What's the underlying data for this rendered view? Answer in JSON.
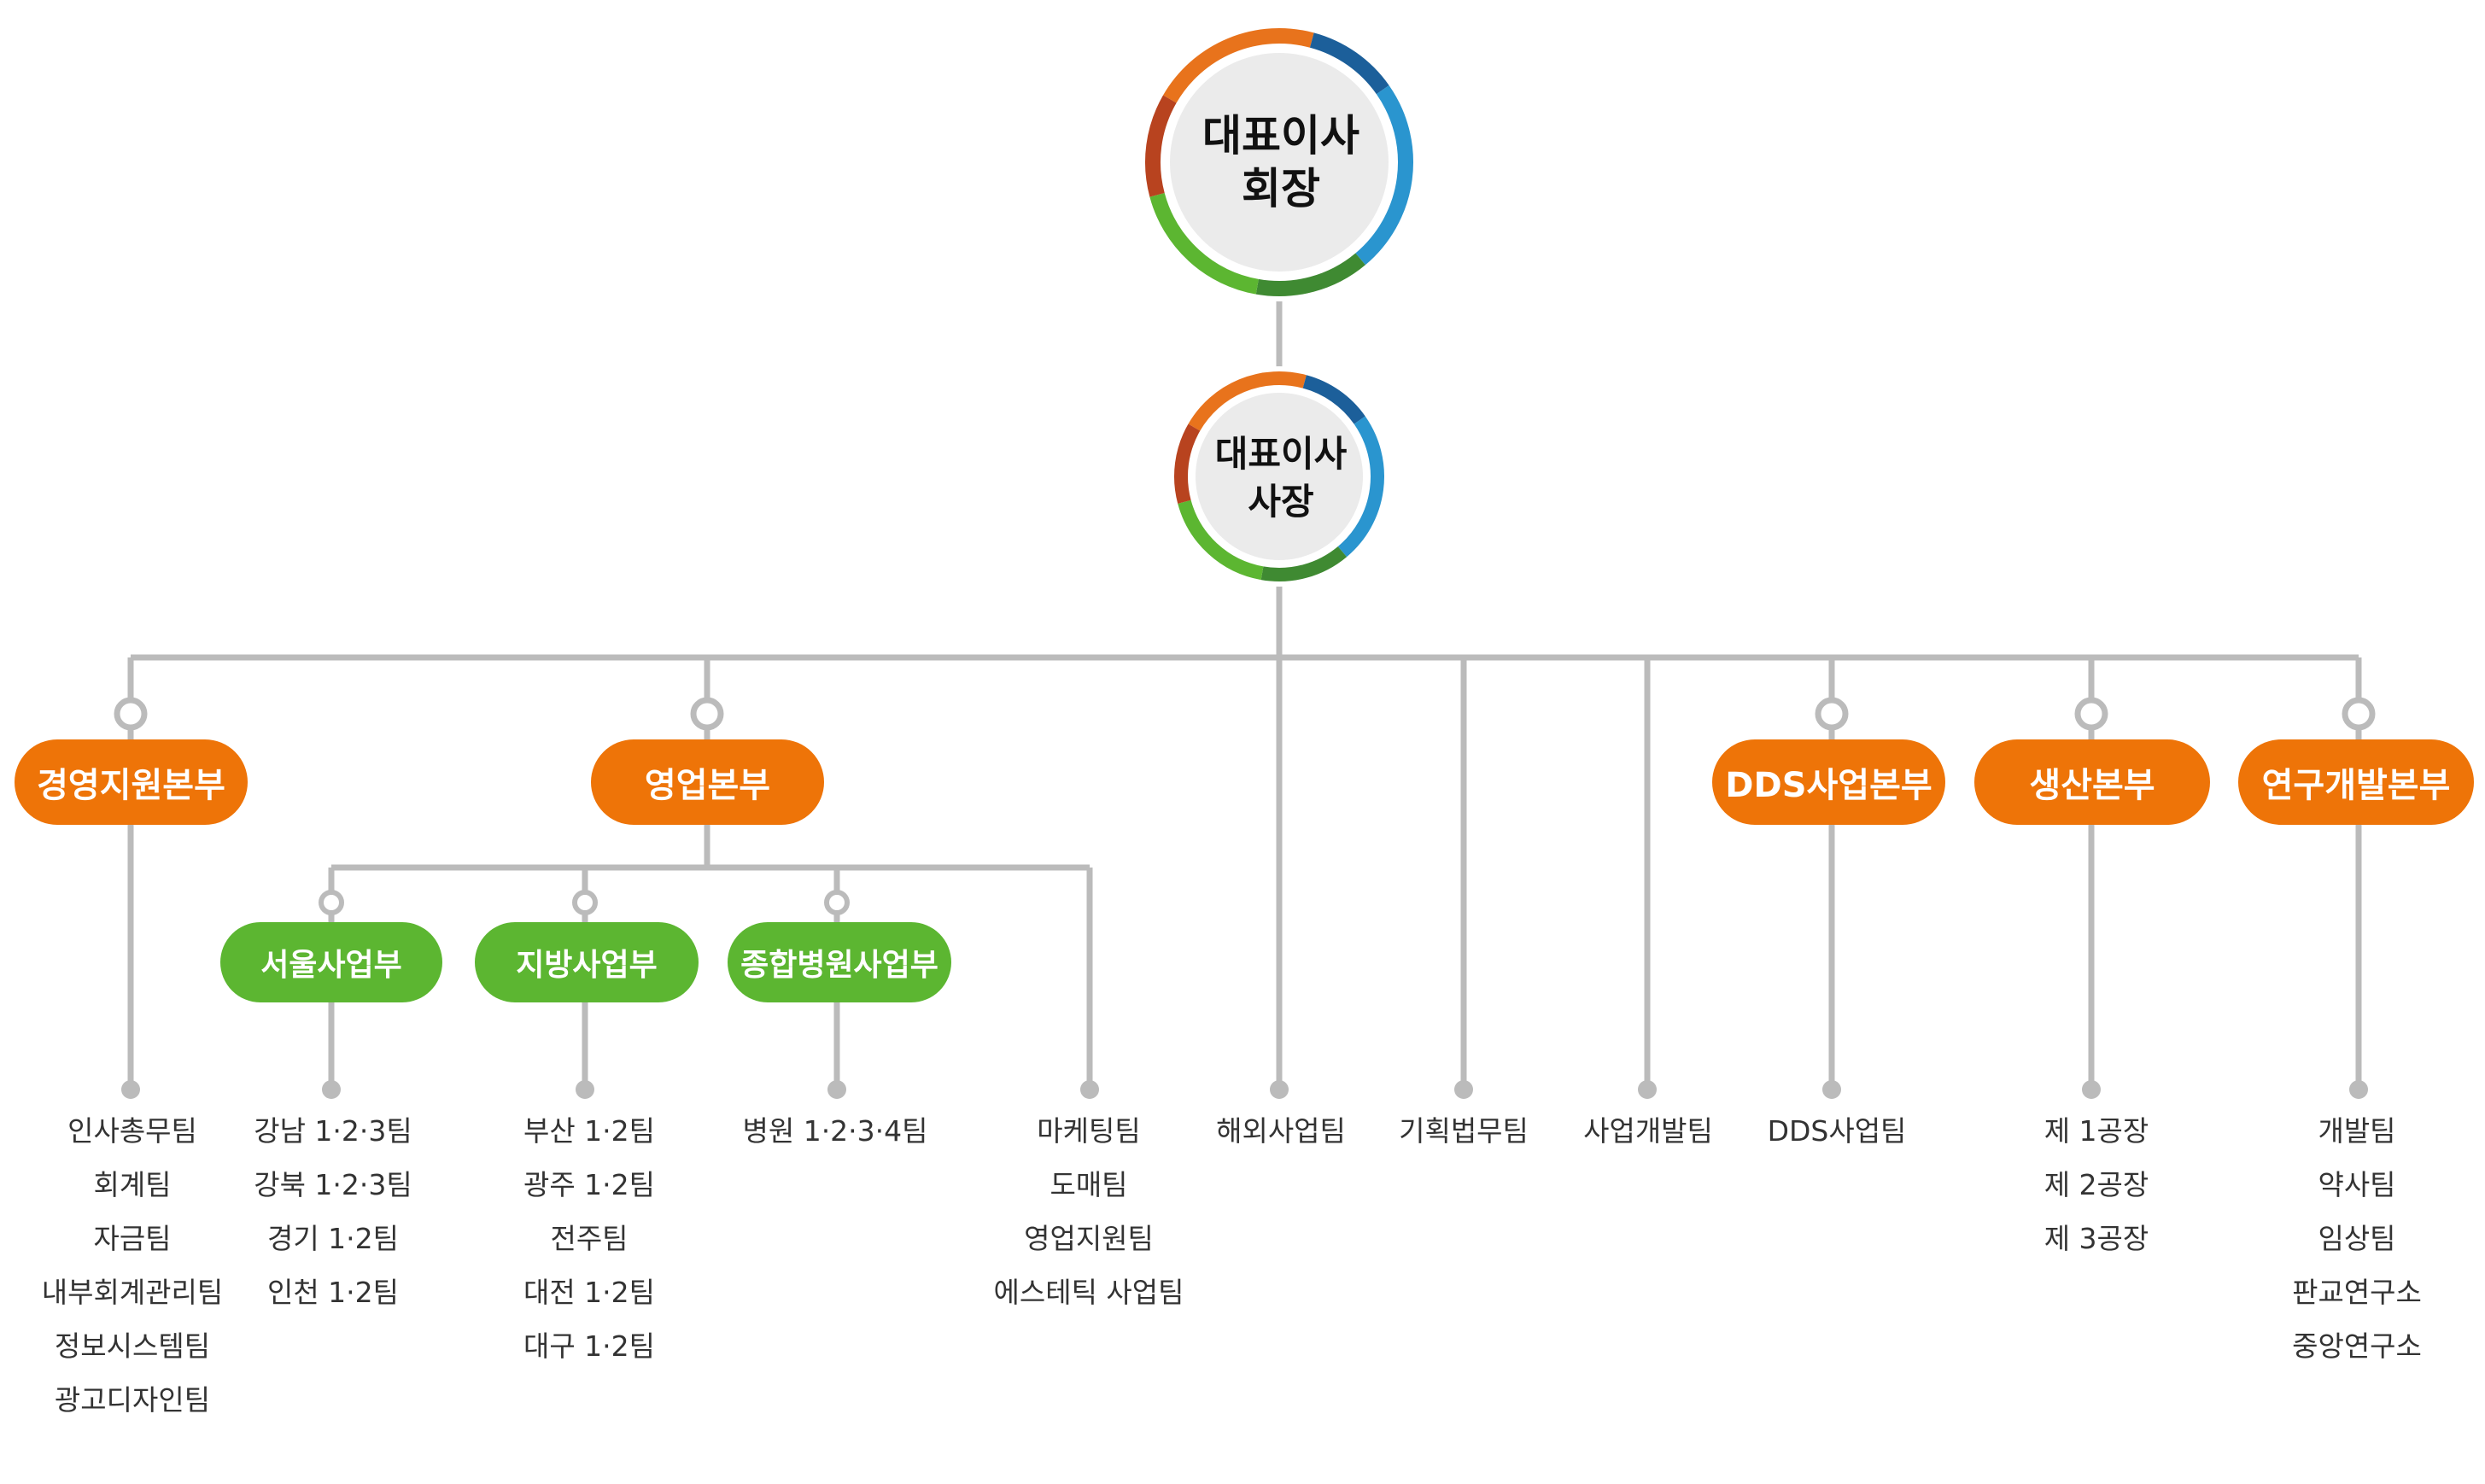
{
  "chairman": {
    "line1": "대표이사",
    "line2": "회장"
  },
  "president": {
    "line1": "대표이사",
    "line2": "사장"
  },
  "divisions": [
    {
      "key": "management",
      "label": "경영지원본부",
      "type": "pill",
      "teams": [
        "인사총무팀",
        "회계팀",
        "자금팀",
        "내부회계관리팀",
        "정보시스템팀",
        "광고디자인팀"
      ]
    },
    {
      "key": "sales",
      "label": "영업본부",
      "type": "pill",
      "sub_units": [
        {
          "label": "서울사업부",
          "teams": [
            "강남 1·2·3팀",
            "강북 1·2·3팀",
            "경기 1·2팀",
            "인천 1·2팀"
          ]
        },
        {
          "label": "지방사업부",
          "teams": [
            "부산 1·2팀",
            "광주 1·2팀",
            "전주팀",
            "대전 1·2팀",
            "대구 1·2팀"
          ]
        },
        {
          "label": "종합병원사업부",
          "teams": [
            "병원 1·2·3·4팀"
          ]
        },
        {
          "label": "",
          "teams": [
            "마케팅팀",
            "도매팀",
            "영업지원팀",
            "에스테틱 사업팀"
          ]
        }
      ]
    },
    {
      "key": "overseas",
      "label": "",
      "type": "team",
      "teams": [
        "해외사업팀"
      ]
    },
    {
      "key": "planning",
      "label": "",
      "type": "team",
      "teams": [
        "기획법무팀"
      ]
    },
    {
      "key": "bizdev",
      "label": "",
      "type": "team",
      "teams": [
        "사업개발팀"
      ]
    },
    {
      "key": "dds",
      "label": "DDS사업본부",
      "type": "pill",
      "teams": [
        "DDS사업팀"
      ]
    },
    {
      "key": "production",
      "label": "생산본부",
      "type": "pill",
      "teams": [
        "제 1공장",
        "제 2공장",
        "제 3공장"
      ]
    },
    {
      "key": "rnd",
      "label": "연구개발본부",
      "type": "pill",
      "teams": [
        "개발팀",
        "약사팀",
        "임상팀",
        "판교연구소",
        "중앙연구소"
      ]
    }
  ],
  "colors": {
    "connector": "#bbbbbb",
    "division_pill": "#ee7408",
    "sub_unit_pill": "#5cb631",
    "ring": [
      "#e8731c",
      "#1c5f9a",
      "#2a95cf",
      "#3f8a32",
      "#5cb631",
      "#b8431f"
    ],
    "circle_fill": "#ebebeb"
  }
}
